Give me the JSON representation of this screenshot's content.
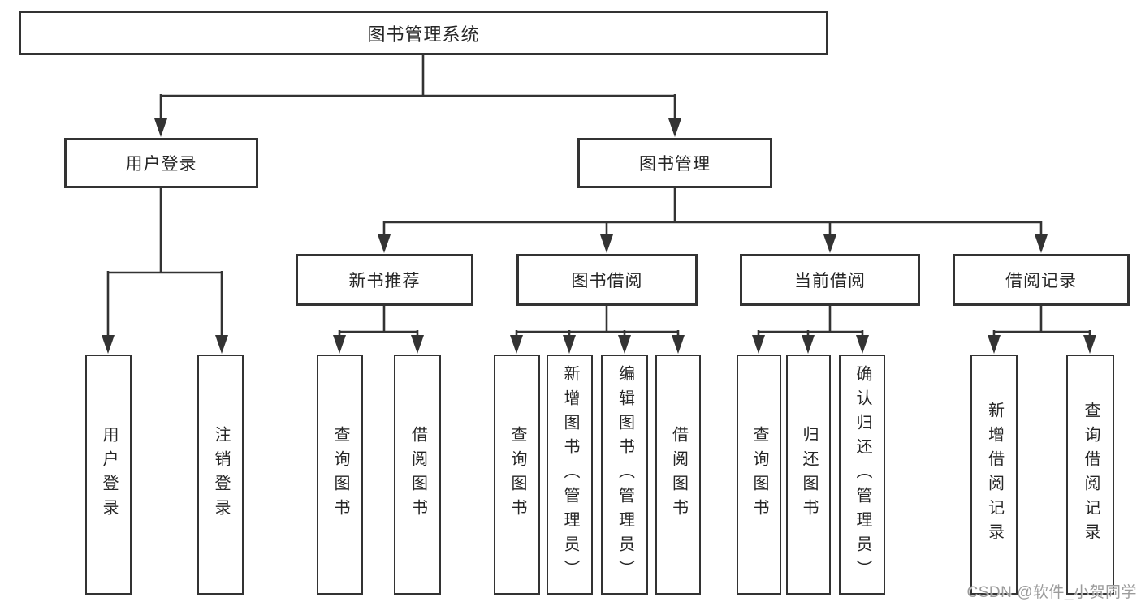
{
  "tree": {
    "root": {
      "label": "图书管理系统"
    },
    "branches": [
      {
        "label": "用户登录",
        "children": [
          {
            "label": "用户登录"
          },
          {
            "label": "注销登录"
          }
        ]
      },
      {
        "label": "图书管理",
        "children": [
          {
            "label": "新书推荐",
            "children": [
              {
                "label": "查询图书"
              },
              {
                "label": "借阅图书"
              }
            ]
          },
          {
            "label": "图书借阅",
            "children": [
              {
                "label": "查询图书"
              },
              {
                "label": "新增图书（管理员）"
              },
              {
                "label": "编辑图书（管理员）"
              },
              {
                "label": "借阅图书"
              }
            ]
          },
          {
            "label": "当前借阅",
            "children": [
              {
                "label": "查询图书"
              },
              {
                "label": "归还图书"
              },
              {
                "label": "确认归还（管理员）"
              }
            ]
          },
          {
            "label": "借阅记录",
            "children": [
              {
                "label": "新增借阅记录"
              },
              {
                "label": "查询借阅记录"
              }
            ]
          }
        ]
      }
    ]
  },
  "watermark": {
    "text": "CSDN @软件_小贺同学"
  },
  "colors": {
    "line": "#333333",
    "text": "#262626",
    "watermark": "#9c9c9c",
    "background": "#ffffff"
  }
}
